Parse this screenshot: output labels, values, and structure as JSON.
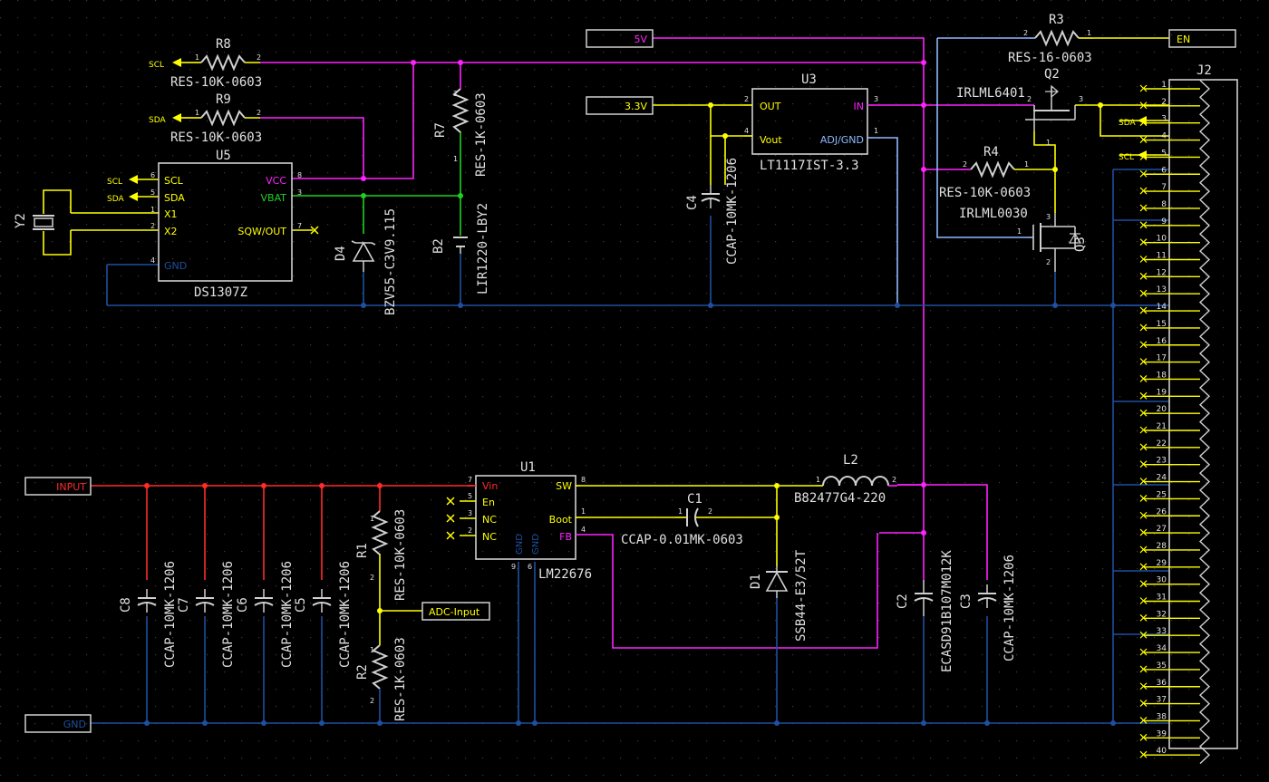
{
  "colors": {
    "background": "#000000",
    "grid": "#3a3a3a",
    "body": "#d0d0d0",
    "text": "#e0e0e0",
    "pin": "#ffff00",
    "gnd": "#1f4f9f",
    "net_5v": "#ff22ff",
    "net_input": "#ff2a2a",
    "net_vbat": "#20d020",
    "net_33": "#ffff00",
    "net_gnd": "#1f4f9f",
    "net_light": "#8fb8ff",
    "pin_name": "#ffff00"
  },
  "ports": {
    "v5": "5V",
    "v33": "3.3V",
    "en": "EN",
    "input": "INPUT",
    "gnd": "GND",
    "adc": "ADC-Input"
  },
  "nets": {
    "scl": "SCL",
    "sda": "SDA"
  },
  "components": {
    "r8": {
      "ref": "R8",
      "value": "RES-10K-0603"
    },
    "r9": {
      "ref": "R9",
      "value": "RES-10K-0603"
    },
    "r7": {
      "ref": "R7",
      "value": "RES-1K-0603"
    },
    "r3": {
      "ref": "R3",
      "value": "RES-16-0603"
    },
    "r4": {
      "ref": "R4",
      "value": "RES-10K-0603"
    },
    "r1": {
      "ref": "R1",
      "value": "RES-10K-0603"
    },
    "r2": {
      "ref": "R2",
      "value": "RES-1K-0603"
    },
    "u5": {
      "ref": "U5",
      "value": "DS1307Z",
      "pins": [
        "SCL",
        "SDA",
        "X1",
        "X2",
        "GND",
        "VCC",
        "VBAT",
        "SQW/OUT"
      ]
    },
    "u3": {
      "ref": "U3",
      "value": "LT1117IST-3.3",
      "pins": [
        "OUT",
        "Vout",
        "IN",
        "ADJ/GND"
      ]
    },
    "u1": {
      "ref": "U1",
      "value": "LM22676",
      "pins": [
        "Vin",
        "En",
        "NC",
        "NC",
        "GND",
        "GND",
        "SW",
        "Boot",
        "FB"
      ]
    },
    "y2": {
      "ref": "Y2"
    },
    "d4": {
      "ref": "D4",
      "value": "BZV55-C3V9.115"
    },
    "b2": {
      "ref": "B2",
      "value": "LIR1220-LBY2"
    },
    "c4": {
      "ref": "C4",
      "value": "CCAP-10MK-1206"
    },
    "q2": {
      "ref": "Q2",
      "value": "IRLML6401"
    },
    "q3": {
      "ref": "Q3",
      "value": "IRLML0030"
    },
    "j2": {
      "ref": "J2"
    },
    "l2": {
      "ref": "L2",
      "value": "B82477G4-220"
    },
    "c1": {
      "ref": "C1",
      "value": "CCAP-0.01MK-0603"
    },
    "d1": {
      "ref": "D1",
      "value": "SSB44-E3/52T"
    },
    "c2": {
      "ref": "C2",
      "value": "ECASD91B107M012K"
    },
    "c3": {
      "ref": "C3",
      "value": "CCAP-10MK-1206"
    },
    "c8": {
      "ref": "C8",
      "value": "CCAP-10MK-1206"
    },
    "c7": {
      "ref": "C7",
      "value": "CCAP-10MK-1206"
    },
    "c6": {
      "ref": "C6",
      "value": "CCAP-10MK-1206"
    },
    "c5": {
      "ref": "C5",
      "value": "CCAP-10MK-1206"
    }
  },
  "pin_numbers": {
    "p1": "1",
    "p2": "2",
    "p3": "3",
    "p4": "4",
    "p5": "5",
    "p6": "6",
    "p7": "7",
    "p8": "8",
    "p9": "9"
  },
  "j2_pins": [
    "1",
    "2",
    "3",
    "4",
    "5",
    "6",
    "7",
    "8",
    "9",
    "10",
    "11",
    "12",
    "13",
    "14",
    "15",
    "16",
    "17",
    "18",
    "19",
    "20",
    "21",
    "22",
    "23",
    "24",
    "25",
    "26",
    "27",
    "28",
    "29",
    "30",
    "31",
    "32",
    "33",
    "34",
    "35",
    "36",
    "37",
    "38",
    "39",
    "40"
  ]
}
